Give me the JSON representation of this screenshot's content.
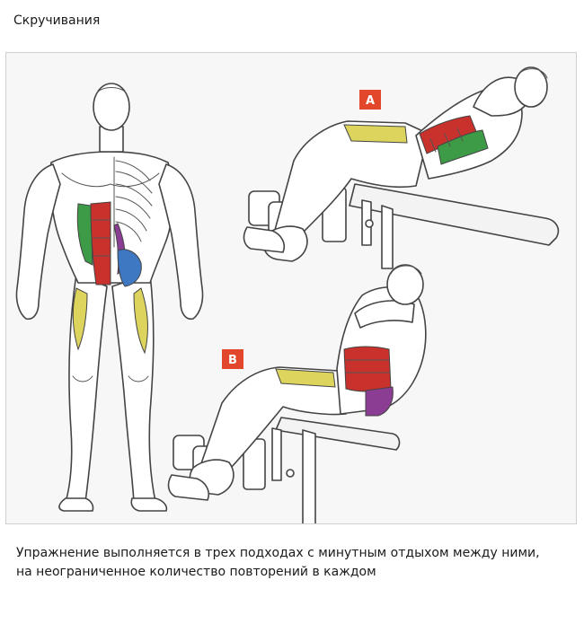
{
  "page": {
    "title": "Скручивания",
    "caption": "Упражнение выполняется в трех подходах с минутным отдыхом между ними, на неограниченное количество повторений в каждом"
  },
  "illustration": {
    "panel_a": {
      "label": "A"
    },
    "panel_b": {
      "label": "B"
    },
    "colors": {
      "line": "#444444",
      "skin": "#ffffff",
      "bench": "#f4f4f4",
      "rectus_abdominis": "#c8312c",
      "external_oblique": "#3d9a47",
      "internal_oblique": "#3f78c2",
      "transversus": "#8b3d93",
      "rectus_femoris": "#dcd45c",
      "badge": "#e2472b"
    }
  }
}
